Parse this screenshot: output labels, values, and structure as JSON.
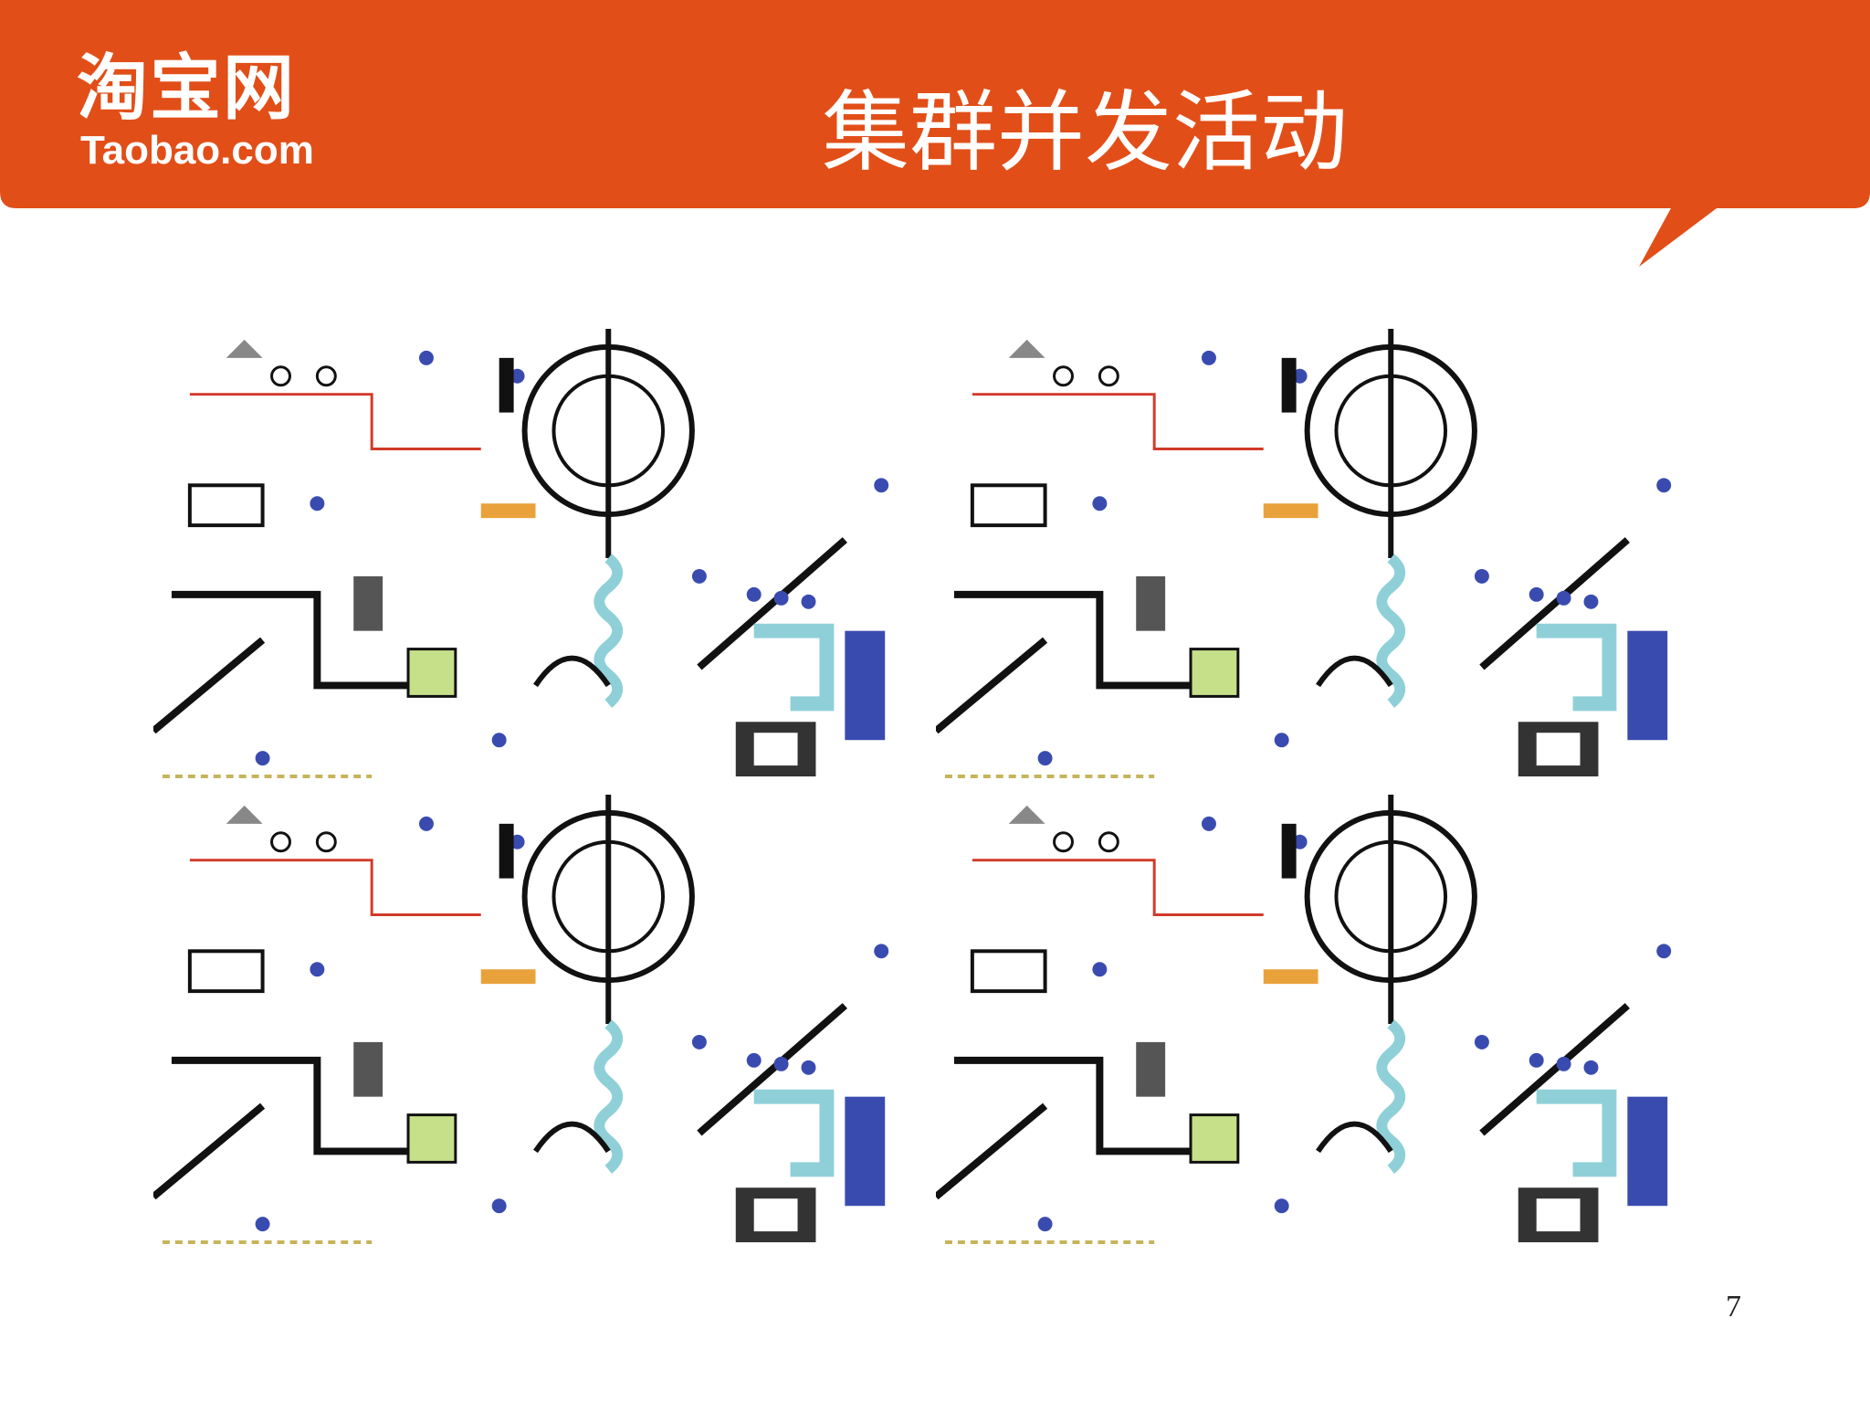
{
  "header": {
    "brand_color": "#E24E18",
    "logo_cn": "淘宝网",
    "logo_en": "Taobao.com",
    "title": "集群并发活动"
  },
  "illustration": {
    "description_icon": "factory-machine-pattern-icon",
    "accent_colors": [
      "#1a1a1a",
      "#3a4bb0",
      "#8fd0d8",
      "#c6e08a",
      "#d23a2a",
      "#e9a23b"
    ]
  },
  "footer": {
    "page_number": "7"
  }
}
